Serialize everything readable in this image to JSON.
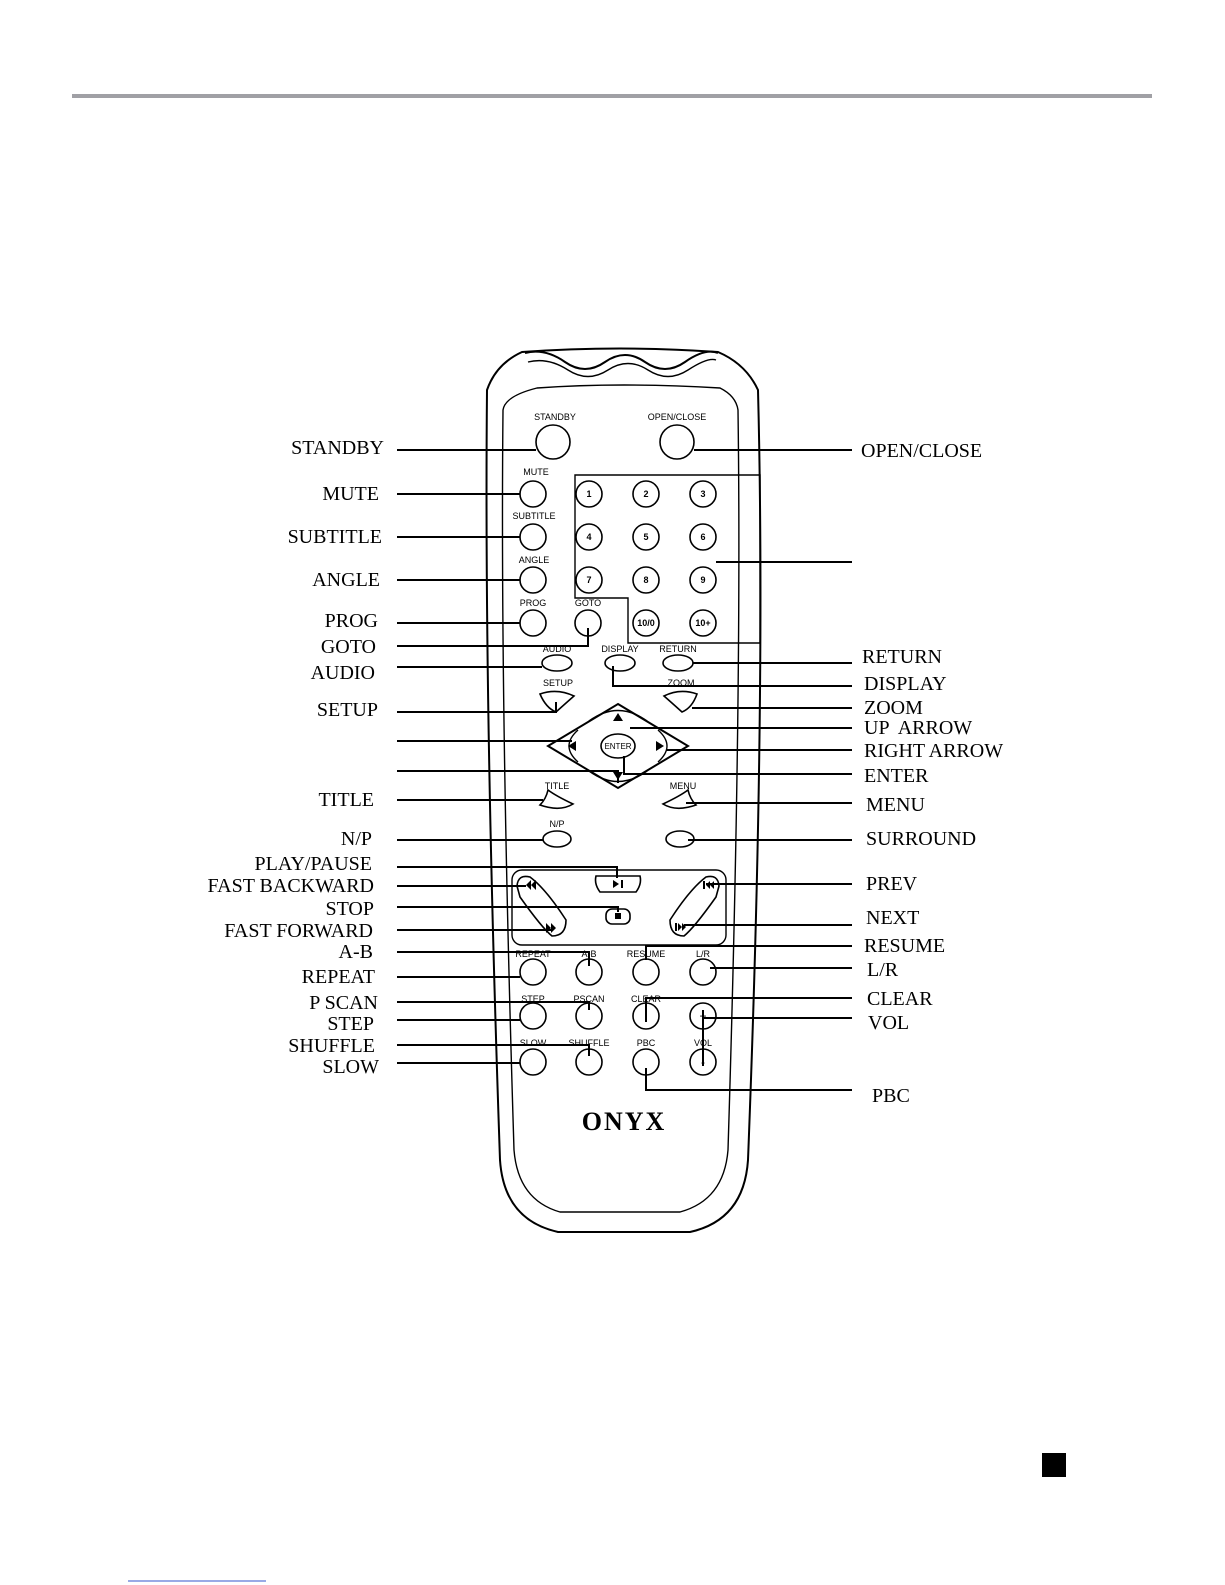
{
  "brand": "ONYX",
  "left_callouts": [
    "STANDBY",
    "MUTE",
    "SUBTITLE",
    "ANGLE",
    "PROG",
    "GOTO",
    "AUDIO",
    "SETUP",
    "",
    "",
    "TITLE",
    "N/P",
    "PLAY/PAUSE",
    "FAST BACKWARD",
    "STOP",
    "FAST FORWARD",
    "A-B",
    "REPEAT",
    "P SCAN",
    "STEP",
    "SHUFFLE",
    "SLOW"
  ],
  "right_callouts": [
    "OPEN/CLOSE",
    "",
    "RETURN",
    "DISPLAY",
    "ZOOM",
    "UP  ARROW",
    "RIGHT ARROW",
    "ENTER",
    "MENU",
    "SURROUND",
    "PREV",
    "NEXT",
    "RESUME",
    "L/R",
    "CLEAR",
    "VOL",
    "PBC"
  ],
  "remote_labels": {
    "standby": "STANDBY",
    "open_close": "OPEN/CLOSE",
    "mute": "MUTE",
    "subtitle": "SUBTITLE",
    "angle": "ANGLE",
    "prog": "PROG",
    "goto": "GOTO",
    "audio": "AUDIO",
    "display": "DISPLAY",
    "return": "RETURN",
    "setup": "SETUP",
    "zoom": "ZOOM",
    "enter": "ENTER",
    "title": "TITLE",
    "menu": "MENU",
    "np": "N/P",
    "repeat": "REPEAT",
    "ab": "A-B",
    "resume": "RESUME",
    "lr": "L/R",
    "step": "STEP",
    "pscan": "PSCAN",
    "clear": "CLEAR",
    "slow": "SLOW",
    "shuffle": "SHUFFLE",
    "pbc": "PBC",
    "vol": "VOL",
    "vol_plus": "+",
    "vol_minus": "-"
  },
  "numeric_keys": [
    "1",
    "2",
    "3",
    "4",
    "5",
    "6",
    "7",
    "8",
    "9",
    "10/0",
    "10+"
  ],
  "transport_icons": {
    "fast_backward": "fast-backward-icon",
    "play_pause": "play-pause-icon",
    "prev": "prev-icon",
    "stop": "stop-icon",
    "fast_forward": "fast-forward-icon",
    "next": "next-icon",
    "up": "up-arrow-icon",
    "down": "down-arrow-icon",
    "left": "left-arrow-icon",
    "right": "right-arrow-icon"
  },
  "colors": {
    "ink": "#000000",
    "header_rule": "#a0a0a5",
    "footer_link": "#3355cc"
  }
}
